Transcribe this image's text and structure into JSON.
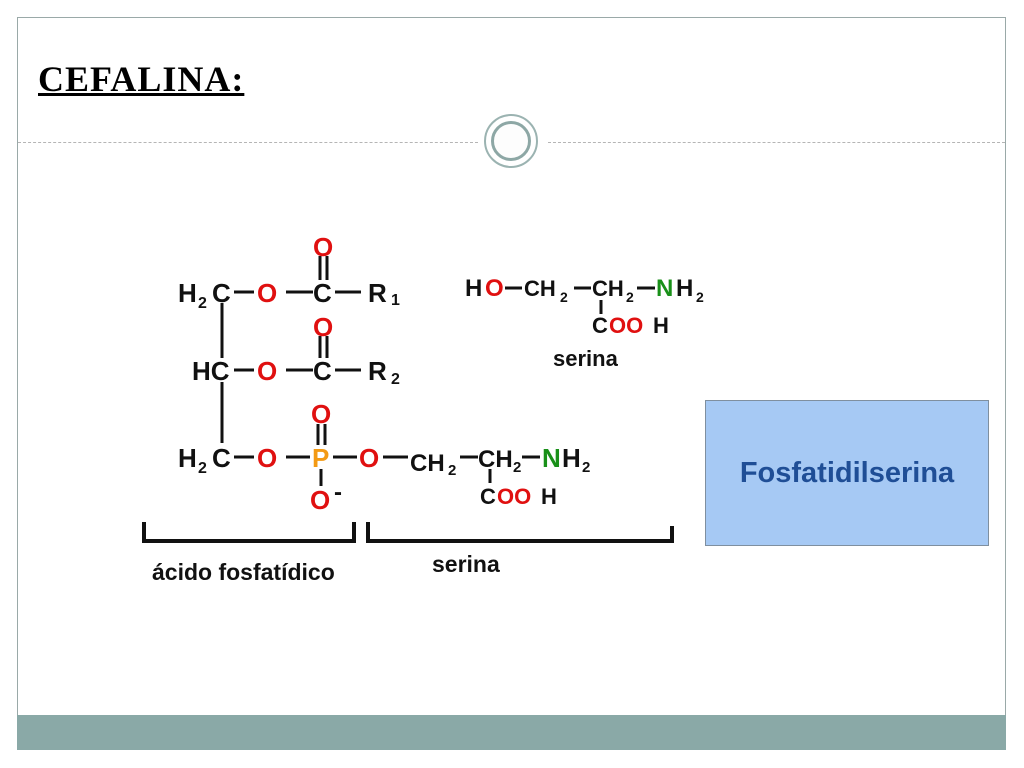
{
  "slide": {
    "title": "CEFALINA:",
    "label_box": "Fosfatidilserina"
  },
  "colors": {
    "oxygen": "#e01010",
    "phosphorus": "#f39a14",
    "nitrogen": "#199019",
    "carbon_hydrogen": "#111111",
    "label_box_fill": "#a6c9f4",
    "label_text": "#1f4e96",
    "footer_bar": "#8aa9a7"
  },
  "structure": {
    "atoms": {
      "h2c_top": "H",
      "sub_2": "2",
      "c": "C",
      "hc": "HC",
      "o": "O",
      "p": "P",
      "r": "R",
      "sub_1": "1",
      "charge_minus": "-",
      "ch": "CH",
      "nh": "H",
      "n": "N",
      "cooh_c": "C",
      "cooh_oo": "OO",
      "cooh_h": "H",
      "ho_h": "H",
      "ho_o": "O"
    },
    "bracket_labels": {
      "phosphatidic_acid": "ácido fosfatídico",
      "serine": "serina"
    },
    "serine_label": "serina"
  }
}
